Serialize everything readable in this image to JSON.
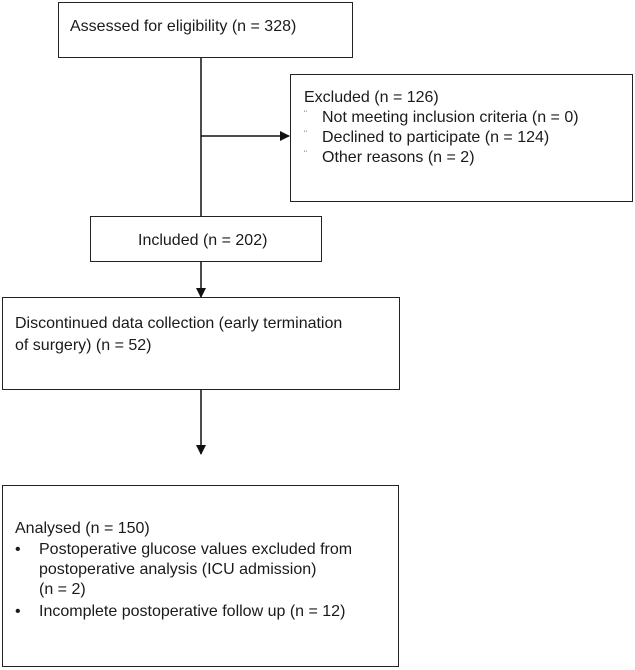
{
  "assessed": {
    "text": "Assessed for eligibility (n = 328)"
  },
  "excluded": {
    "title": "Excluded  (n = 126)",
    "bullet": "¨",
    "items": [
      "Not meeting inclusion criteria (n = 0)",
      "Declined to participate (n = 124)",
      "Other reasons (n = 2)"
    ]
  },
  "included": {
    "text": "Included (n = 202)"
  },
  "discontinued": {
    "line1": "Discontinued data collection (early termination",
    "line2": "of surgery) (n = 52)"
  },
  "analysed": {
    "title": "Analysed  (n = 150)",
    "bullet": "•",
    "items": [
      {
        "lines": [
          "Postoperative glucose values excluded from",
          "postoperative analysis (ICU admission)",
          "(n = 2)"
        ]
      },
      {
        "lines": [
          "Incomplete postoperative follow up (n = 12)"
        ]
      }
    ]
  }
}
